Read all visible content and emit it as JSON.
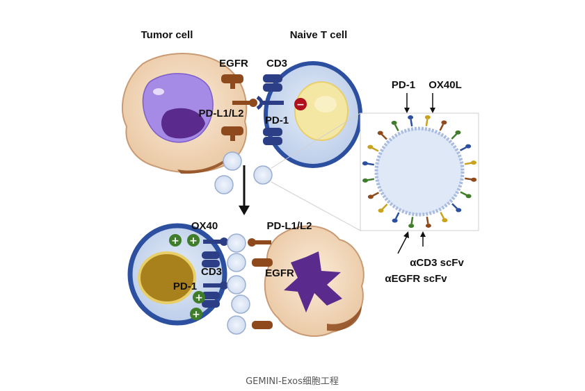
{
  "labels": {
    "tumor_cell": "Tumor cell",
    "naive_t_cell": "Naive T cell",
    "egfr_top": "EGFR",
    "cd3_top": "CD3",
    "pdl1l2_top": "PD-L1/L2",
    "pd1_top": "PD-1",
    "pd1_inset": "PD-1",
    "ox40l_inset": "OX40L",
    "acd3_scfv": "αCD3 scFv",
    "aegfr_scfv": "αEGFR scFv",
    "ox40_bottom": "OX40",
    "pdl1l2_bottom": "PD-L1/L2",
    "cd3_bottom": "CD3",
    "egfr_bottom": "EGFR",
    "pd1_bottom": "PD-1"
  },
  "symbols": {
    "inhibit": "−",
    "activate": "+"
  },
  "caption": "GEMINI-Exos细胞工程",
  "colors": {
    "tumor_fill": "#f3d9bd",
    "tumor_nucleus_top": "#9b7fe0",
    "tumor_nucleus_bottom": "#5a2a8c",
    "tcell_fill": "#c9d7ef",
    "tcell_nucleus_naive": "#f4e7a4",
    "tcell_nucleus_active": "#a8811c",
    "receptor_brown": "#8e4a1c",
    "receptor_blue": "#2c3f86",
    "inhibit_red": "#b0101c",
    "activate_green": "#3f7d2a",
    "exosome_fill": "#dfe8f7"
  }
}
